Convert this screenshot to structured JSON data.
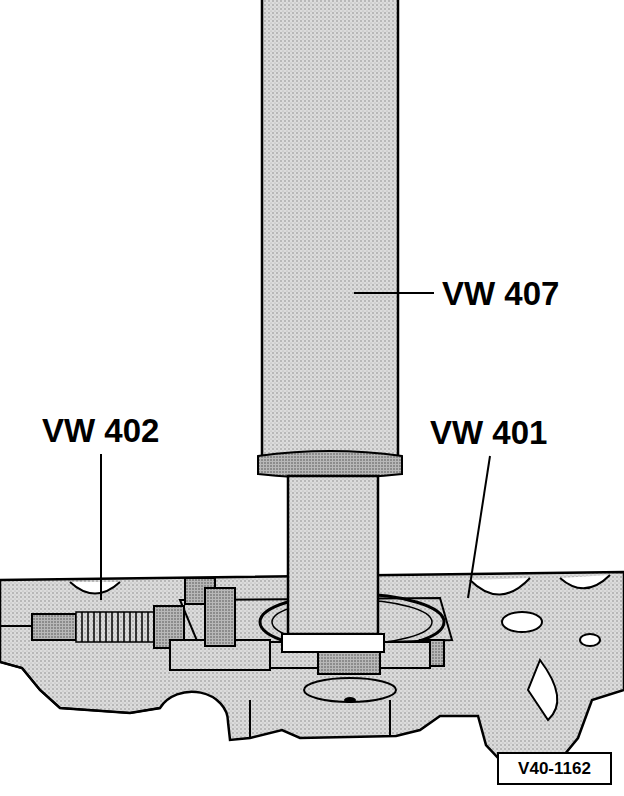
{
  "diagram": {
    "nodes": [
      {
        "text": [
          "V40-1162"
        ]
      }
    ],
    "labels": [
      "VW 407",
      "VW 402",
      "VW 401"
    ]
  }
}
